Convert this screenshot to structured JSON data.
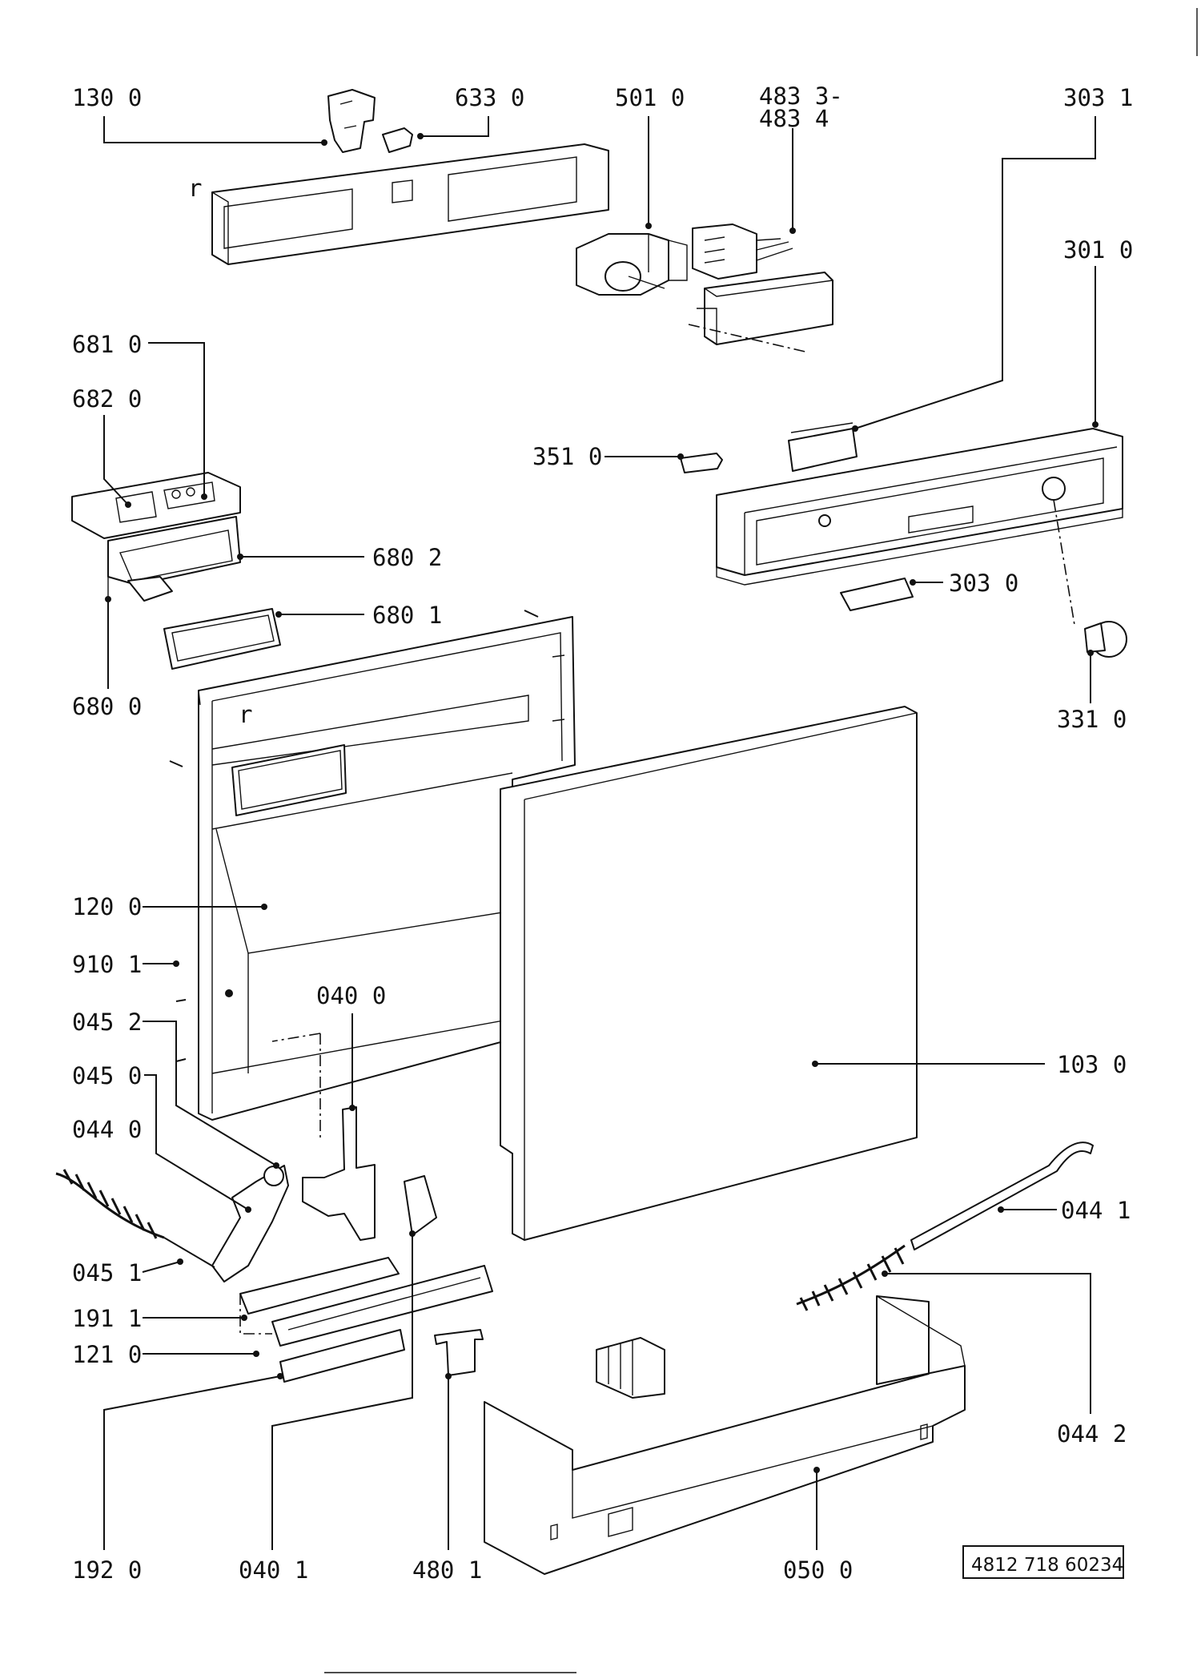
{
  "labels": {
    "p130_0": "130 0",
    "p633_0": "633 0",
    "p501_0": "501 0",
    "p483_3": "483 3-",
    "p483_4": "483 4",
    "p303_1": "303 1",
    "p301_0": "301 0",
    "p681_0": "681 0",
    "p682_0": "682 0",
    "p351_0": "351 0",
    "p680_2": "680 2",
    "p303_0": "303 0",
    "p680_1": "680 1",
    "p680_0": "680 0",
    "p331_0": "331 0",
    "p120_0": "120 0",
    "p910_1": "910 1",
    "p040_0": "040 0",
    "p045_2": "045 2",
    "p103_0": "103 0",
    "p045_0": "045 0",
    "p044_0": "044 0",
    "p044_1": "044 1",
    "p045_1": "045 1",
    "p191_1": "191 1",
    "p121_0": "121 0",
    "p044_2": "044 2",
    "p192_0": "192 0",
    "p040_1": "040 1",
    "p480_1": "480 1",
    "p050_0": "050 0",
    "r_top": "r",
    "r_mid": "r"
  },
  "drawing_number": "4812 718 60234"
}
